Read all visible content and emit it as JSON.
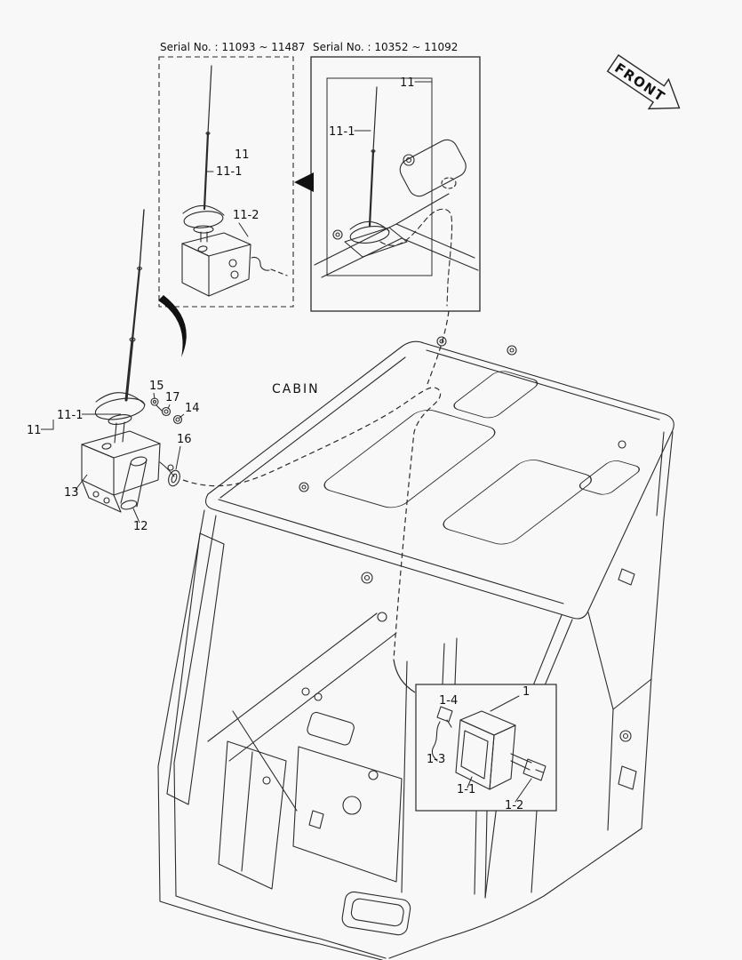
{
  "diagram": {
    "background": "#f8f8f8",
    "ink": "#2b2b2b"
  },
  "front_marker": {
    "label": "FRONT"
  },
  "inset_left": {
    "serial_label": "Serial No. : 11093 ~ 11487",
    "callouts": {
      "c11": "11",
      "c11_1": "11-1",
      "c11_2": "11-2"
    }
  },
  "inset_right": {
    "serial_label": "Serial No. : 10352 ~ 11092",
    "callouts": {
      "c11": "11",
      "c11_1": "11-1"
    }
  },
  "main_view": {
    "cabin_label": "CABIN",
    "callouts": {
      "c11": "11",
      "c11_1": "11-1",
      "c12": "12",
      "c13": "13",
      "c14": "14",
      "c15": "15",
      "c16": "16",
      "c17": "17"
    }
  },
  "radio_detail": {
    "callouts": {
      "c1": "1",
      "c1_1": "1-1",
      "c1_2": "1-2",
      "c1_3": "1-3",
      "c1_4": "1-4"
    }
  }
}
